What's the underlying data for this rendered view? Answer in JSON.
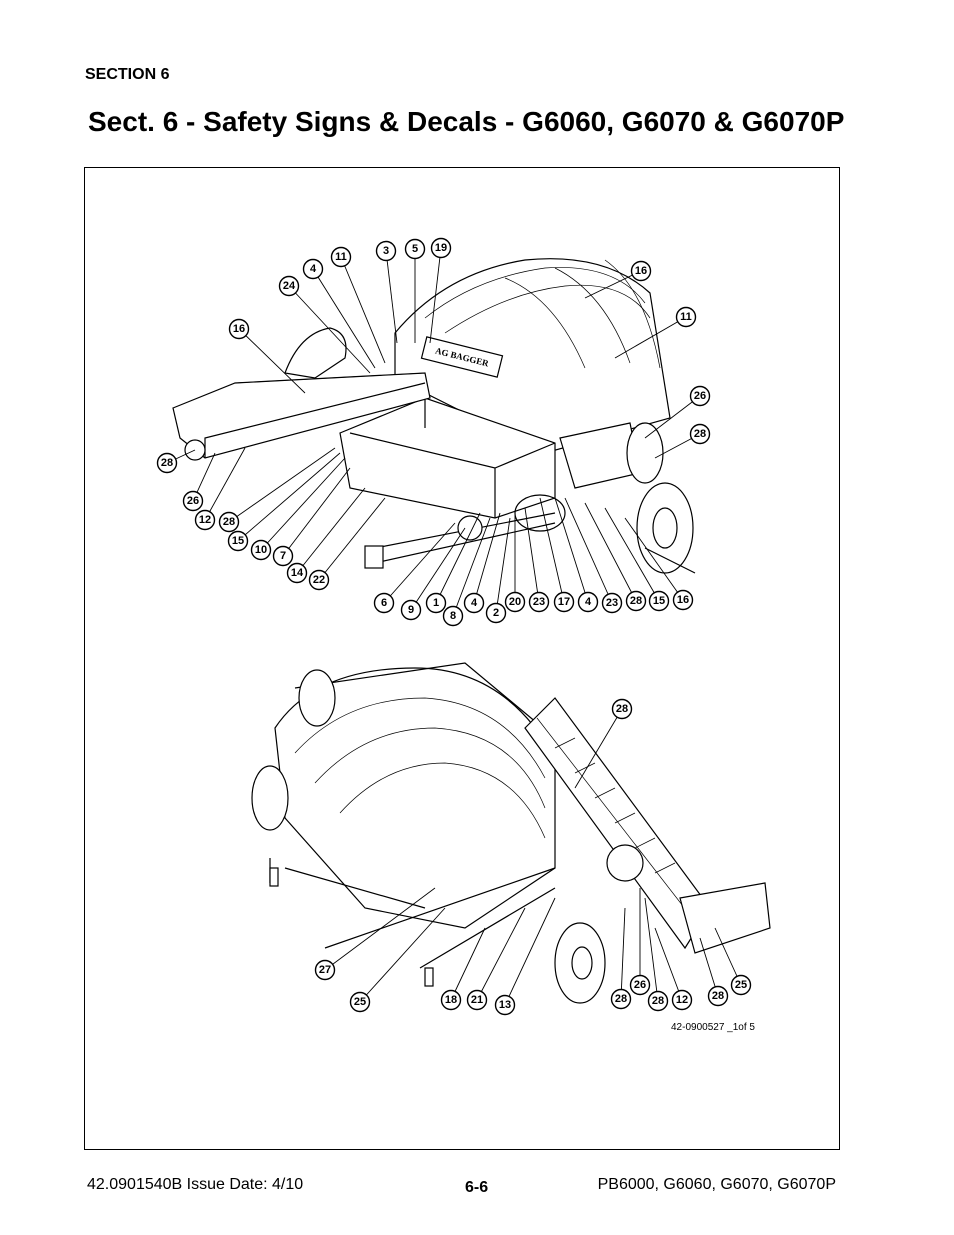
{
  "header": {
    "section": "SECTION 6",
    "title": "Sect. 6 - Safety Signs & Decals - G6060, G6070 & G6070P"
  },
  "figure": {
    "machine_logo_text": "AG BAGGER",
    "drawing_id": "42-0900527 _1of 5",
    "top_view_callouts": [
      "3",
      "5",
      "19",
      "4",
      "11",
      "24",
      "16",
      "16",
      "11",
      "26",
      "28",
      "28",
      "26",
      "12",
      "28",
      "15",
      "10",
      "7",
      "14",
      "22",
      "6",
      "9",
      "1",
      "8",
      "4",
      "2",
      "20",
      "23",
      "17",
      "4",
      "23",
      "28",
      "15",
      "16"
    ],
    "bottom_view_callouts": [
      "28",
      "27",
      "25",
      "18",
      "21",
      "13",
      "28",
      "26",
      "28",
      "12",
      "28",
      "25"
    ]
  },
  "footer": {
    "doc_number": "42.0901540B  Issue Date: 4/10",
    "page_number": "6-6",
    "models": "PB6000, G6060, G6070, G6070P"
  }
}
